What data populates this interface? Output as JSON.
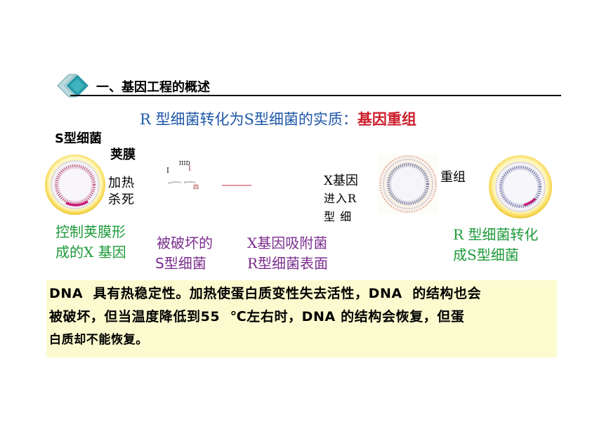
{
  "header": {
    "section_title": "一、基因工程的概述",
    "title_prefix": "R 型细菌转化为S型细菌的实质：",
    "title_highlight": "基因重组"
  },
  "diagram": {
    "s_bacterium_label": "S型细菌",
    "capsule_label": "荚膜",
    "heat_line1": "加热",
    "heat_line2": "杀死",
    "control_line1": "控制荚膜形",
    "control_line2": "成的X 基因",
    "destroyed_line1": "被破坏的",
    "destroyed_line2": "S型细菌",
    "frag_roman": "IIID",
    "frag_i1": "I",
    "frag_i2": "I",
    "frag_si": "四",
    "adsorb_line1": "X基因吸附菌",
    "adsorb_line2": "R型细菌表面",
    "enter_line1": "X基因",
    "enter_line2": "进入R",
    "enter_line3": "型 细",
    "recombine_label": "重组",
    "result_line1": "R 型细菌转化",
    "result_line2": "成S型细菌"
  },
  "summary": {
    "line1": "DNA  具有热稳定性。加热使蛋白质变性失去活性，DNA  的结构也会",
    "line2": "被破坏，但当温度降低到55  ℃左右时，DNA 的结构会恢复，但蛋",
    "line3": "白质却不能恢复。"
  },
  "colors": {
    "title_blue": "#1f58a8",
    "highlight_red": "#cc1f2d",
    "label_green": "#1e9a3a",
    "label_purple": "#7b2d8e",
    "capsule_yellow": "#f6d54a",
    "note_bg": "#fbfbcf",
    "logo_teal": "#2a9aa8"
  },
  "icons": {
    "logo": "teal-diamond-icon"
  }
}
